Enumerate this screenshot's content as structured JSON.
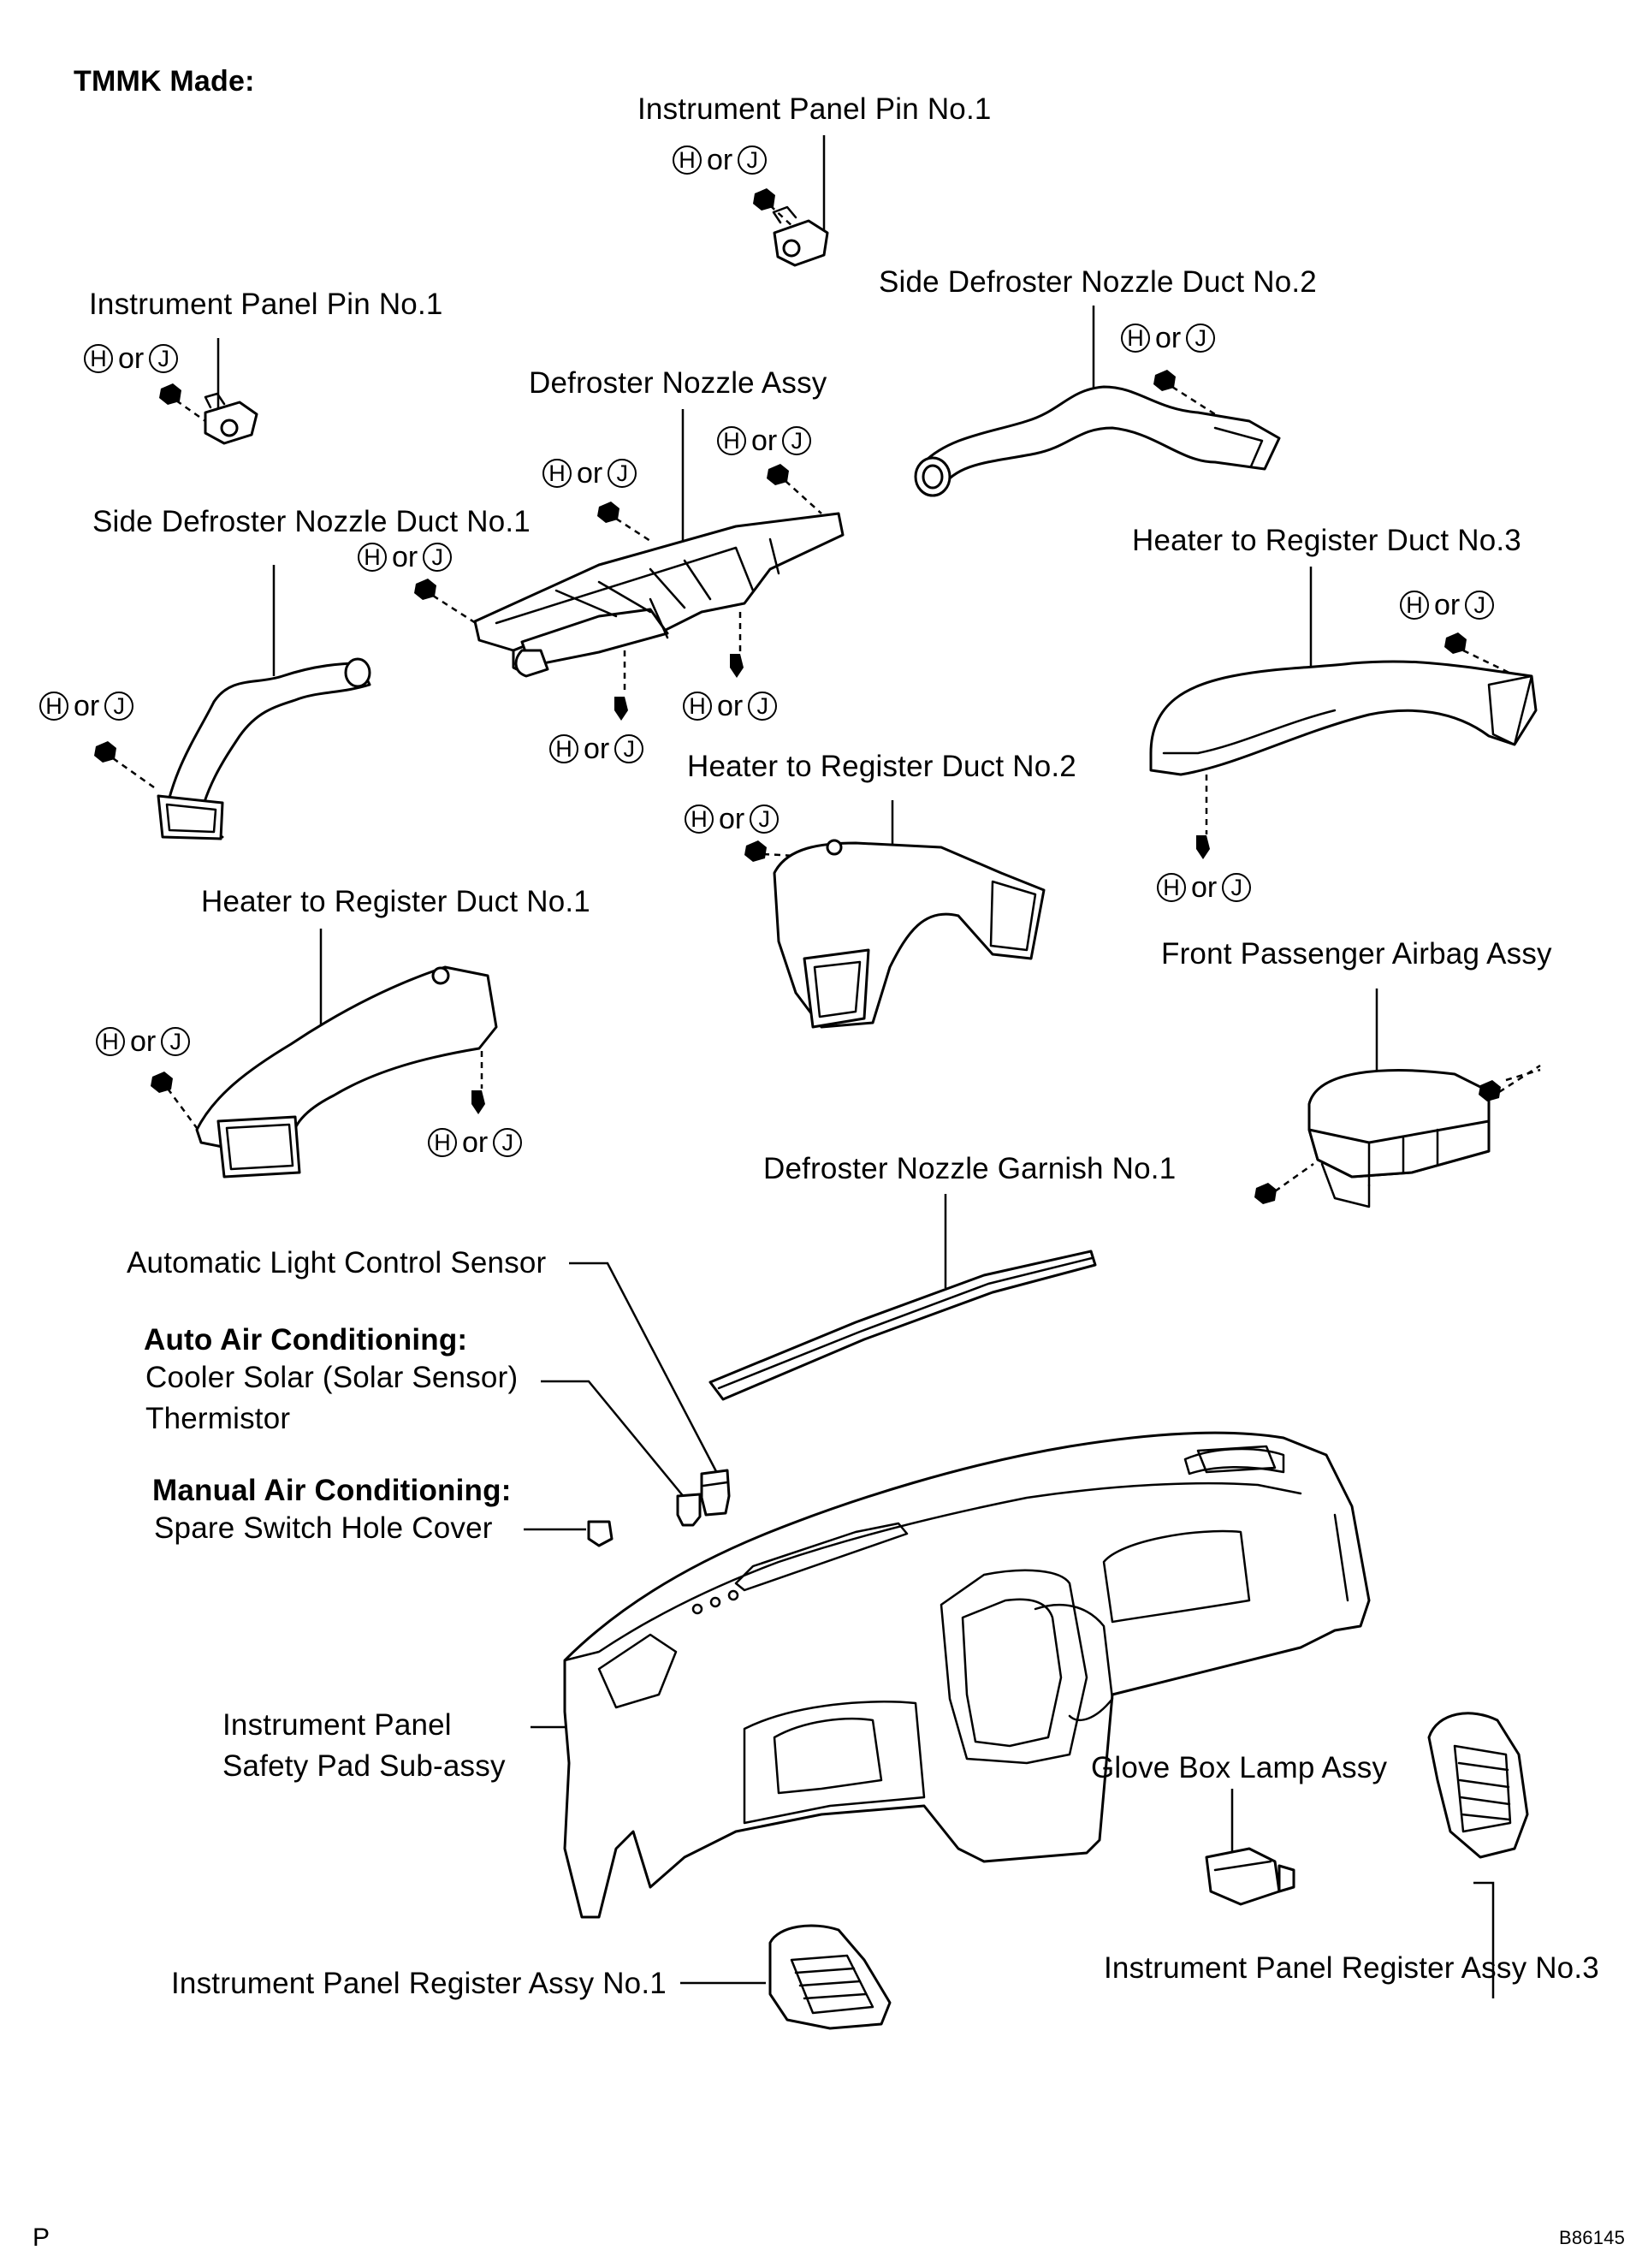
{
  "header": {
    "title": "TMMK Made:"
  },
  "fastener_code": {
    "left": "H",
    "sep": "or",
    "right": "J"
  },
  "labels": {
    "pin_top": "Instrument Panel Pin No.1",
    "pin_left": "Instrument Panel Pin No.1",
    "side_duct_2": "Side Defroster Nozzle Duct No.2",
    "defroster_assy": "Defroster Nozzle Assy",
    "side_duct_1": "Side Defroster Nozzle Duct No.1",
    "heater_duct_3": "Heater to Register Duct No.3",
    "heater_duct_2": "Heater to Register Duct No.2",
    "heater_duct_1": "Heater to Register Duct No.1",
    "airbag": "Front Passenger Airbag Assy",
    "garnish": "Defroster Nozzle Garnish No.1",
    "light_sensor": "Automatic Light Control Sensor",
    "auto_ac_heading": "Auto Air Conditioning:",
    "solar_sensor_line1": "Cooler Solar (Solar Sensor)",
    "solar_sensor_line2": "Thermistor",
    "manual_ac_heading": "Manual Air Conditioning:",
    "hole_cover": "Spare Switch Hole Cover",
    "safety_pad_line1": "Instrument Panel",
    "safety_pad_line2": "Safety Pad Sub-assy",
    "glove_lamp": "Glove Box Lamp Assy",
    "register_1": "Instrument Panel Register Assy No.1",
    "register_3": "Instrument Panel Register Assy No.3"
  },
  "footer": {
    "page_letter": "P",
    "figure_id": "B86145"
  }
}
